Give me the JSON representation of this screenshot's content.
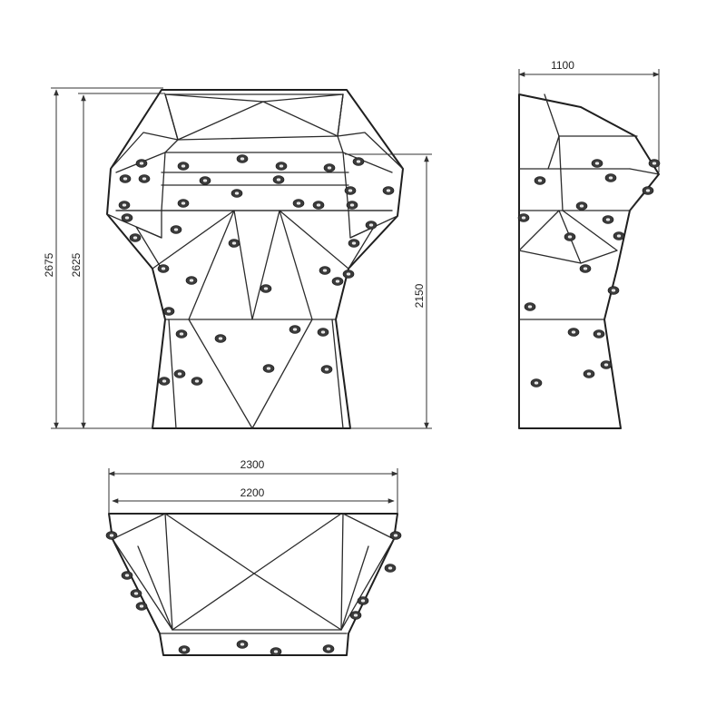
{
  "dimensions": {
    "height_total": "2675",
    "height_front": "2625",
    "height_body": "2150",
    "depth_side": "1100",
    "width_outer": "2300",
    "width_inner": "2200"
  },
  "colors": {
    "line": "#2b2b2b",
    "hold": "#3a3a3a",
    "background": "#ffffff"
  }
}
